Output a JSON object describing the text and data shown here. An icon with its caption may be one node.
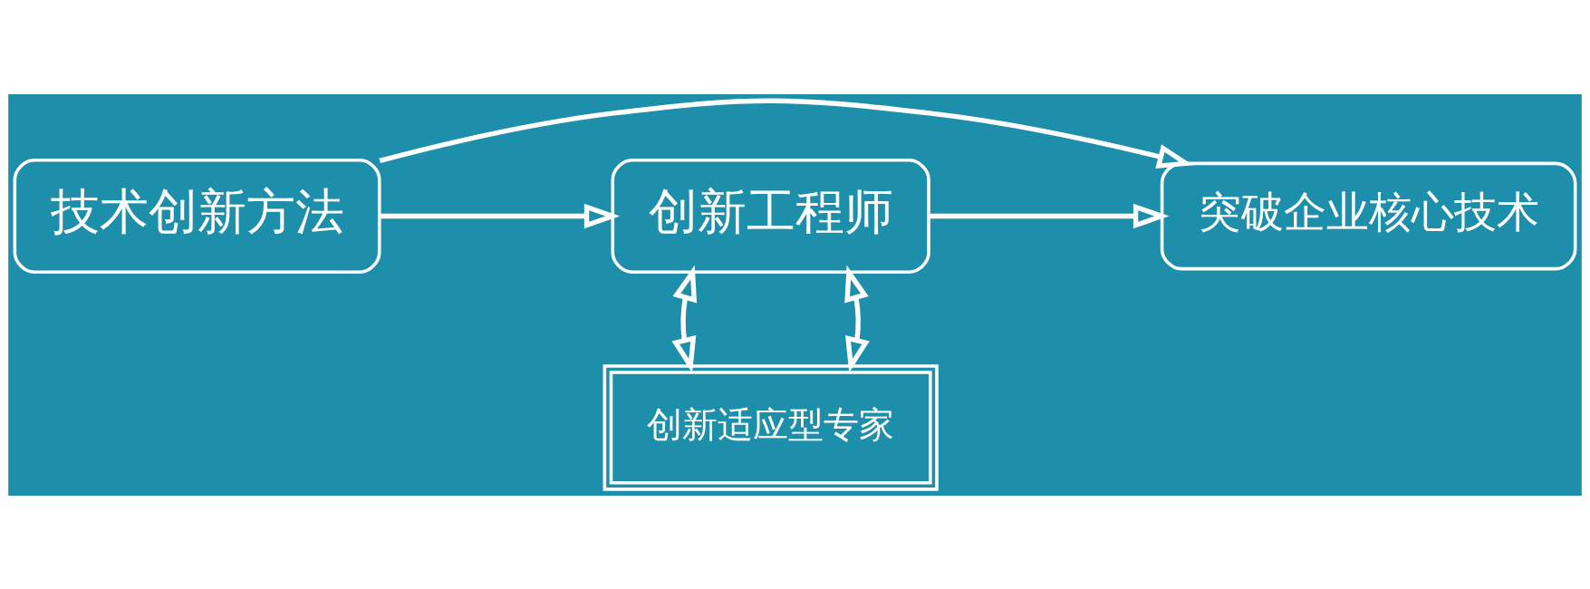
{
  "diagram": {
    "nodes": [
      {
        "text": [
          "技术创新方法"
        ]
      },
      {
        "text": [
          "创新工程师"
        ]
      },
      {
        "text": [
          "突破企业核心技术"
        ]
      },
      {
        "text": [
          "创新适应型专家"
        ]
      }
    ],
    "edges": [
      {
        "from": 0,
        "to": 2,
        "arrow": "to"
      },
      {
        "from": 0,
        "to": 1,
        "arrow": "to"
      },
      {
        "from": 1,
        "to": 2,
        "arrow": "to"
      },
      {
        "from": 1,
        "to": 3,
        "arrow": "both"
      },
      {
        "from": 1,
        "to": 3,
        "arrow": "both"
      }
    ]
  }
}
